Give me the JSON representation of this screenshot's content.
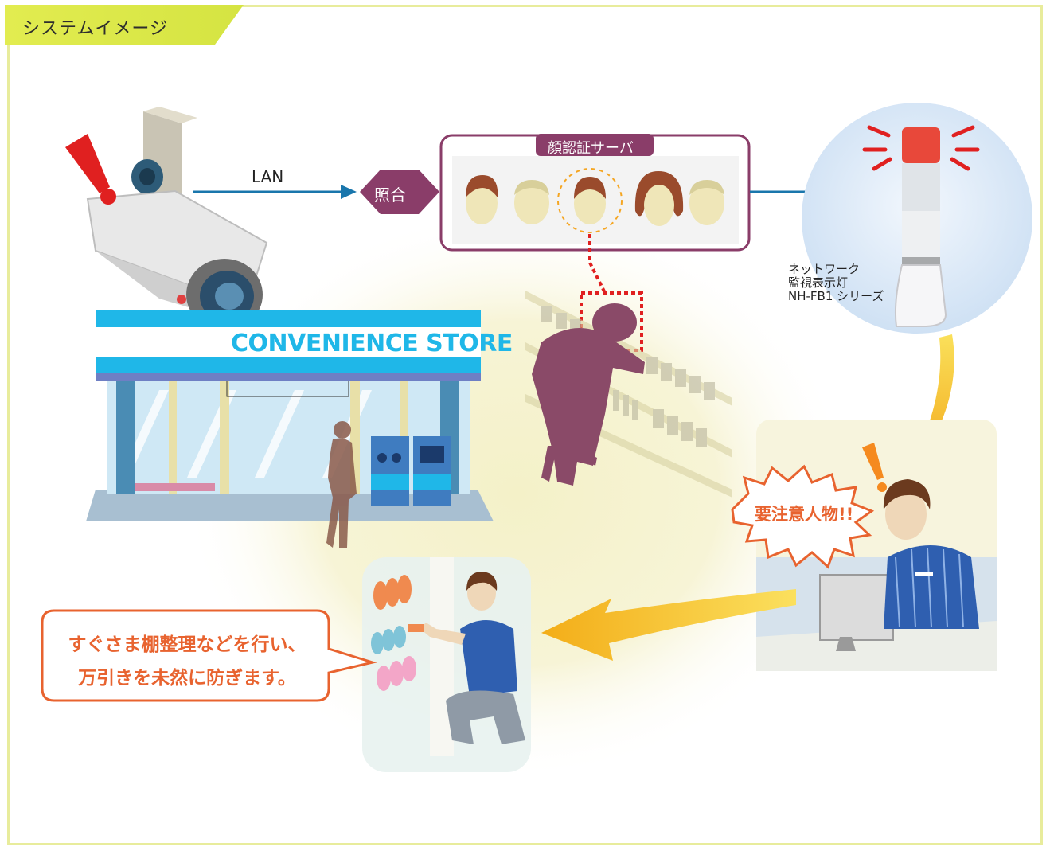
{
  "header": {
    "title": "システムイメージ"
  },
  "network": {
    "lan_label": "LAN",
    "match_label": "照合"
  },
  "server": {
    "title": "顔認証サーバ"
  },
  "store": {
    "sign": "CONVENIENCE STORE"
  },
  "device": {
    "line1": "ネットワーク",
    "line2": "監視表示灯",
    "line3": "NH-FB1 シリーズ"
  },
  "alert": {
    "text": "要注意人物!!"
  },
  "action": {
    "line1": "すぐさま棚整理などを行い、",
    "line2": "万引きを未然に防ぎます。"
  },
  "colors": {
    "accent_purple": "#8a3d69",
    "lan_blue": "#1976ac",
    "store_cyan": "#1fb7e8",
    "alert_orange": "#e8632f",
    "arrow_yellow": "#f4b81d",
    "tab_yellow": "#d9e64a"
  }
}
